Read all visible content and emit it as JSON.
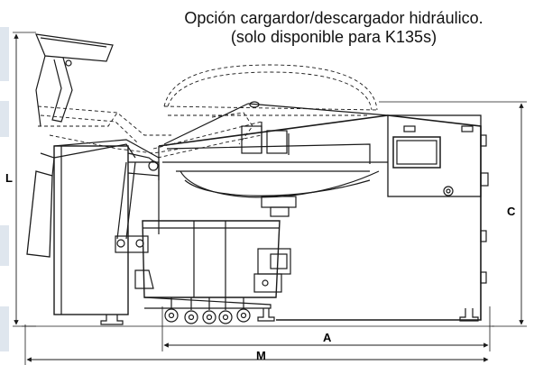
{
  "caption": {
    "line1": "Opción cargardor/descargador hidráulico.",
    "line2": "(solo disponible para K135s)"
  },
  "dimensions": {
    "L": "L",
    "C": "C",
    "A": "A",
    "M": "M"
  },
  "colors": {
    "line": "#1a1a1a",
    "side_strip": "#dfe6ee",
    "background": "#ffffff"
  }
}
